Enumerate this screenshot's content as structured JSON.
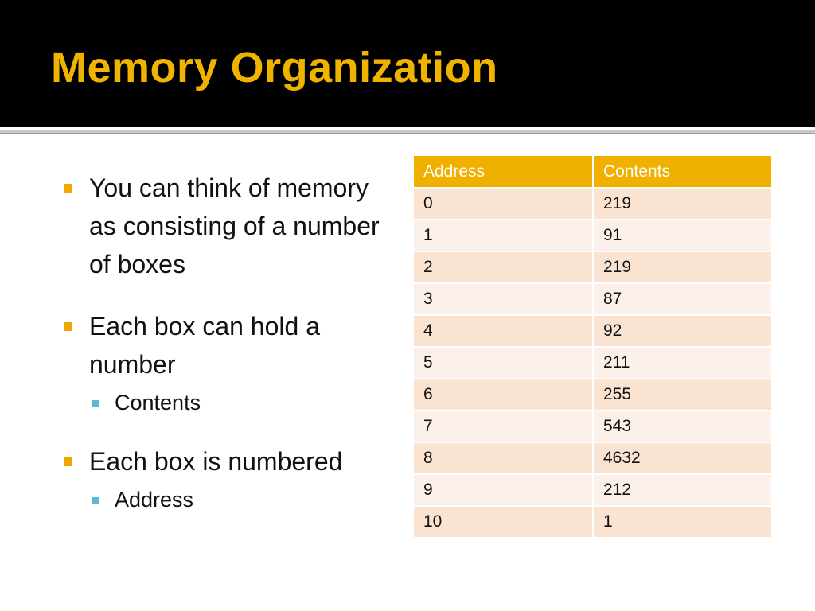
{
  "slide": {
    "title": "Memory Organization",
    "bullets": [
      {
        "text": "You can think of memory as consisting of a number of boxes",
        "sub": []
      },
      {
        "text": "Each box can hold a number",
        "sub": [
          "Contents"
        ]
      },
      {
        "text": "Each box is numbered",
        "sub": [
          "Address"
        ]
      }
    ]
  },
  "table": {
    "headers": [
      "Address",
      "Contents"
    ],
    "rows": [
      [
        "0",
        "219"
      ],
      [
        "1",
        "91"
      ],
      [
        "2",
        "219"
      ],
      [
        "3",
        "87"
      ],
      [
        "4",
        "92"
      ],
      [
        "5",
        "211"
      ],
      [
        "6",
        "255"
      ],
      [
        "7",
        "543"
      ],
      [
        "8",
        "4632"
      ],
      [
        "9",
        "212"
      ],
      [
        "10",
        "1"
      ]
    ]
  },
  "colors": {
    "title_bar": "#000000",
    "title_text": "#f0b400",
    "bullet_level1": "#f0a800",
    "bullet_level2": "#5bbad5",
    "table_header": "#f0b000",
    "table_row_odd": "#fae3d1",
    "table_row_even": "#fcf1ea"
  }
}
